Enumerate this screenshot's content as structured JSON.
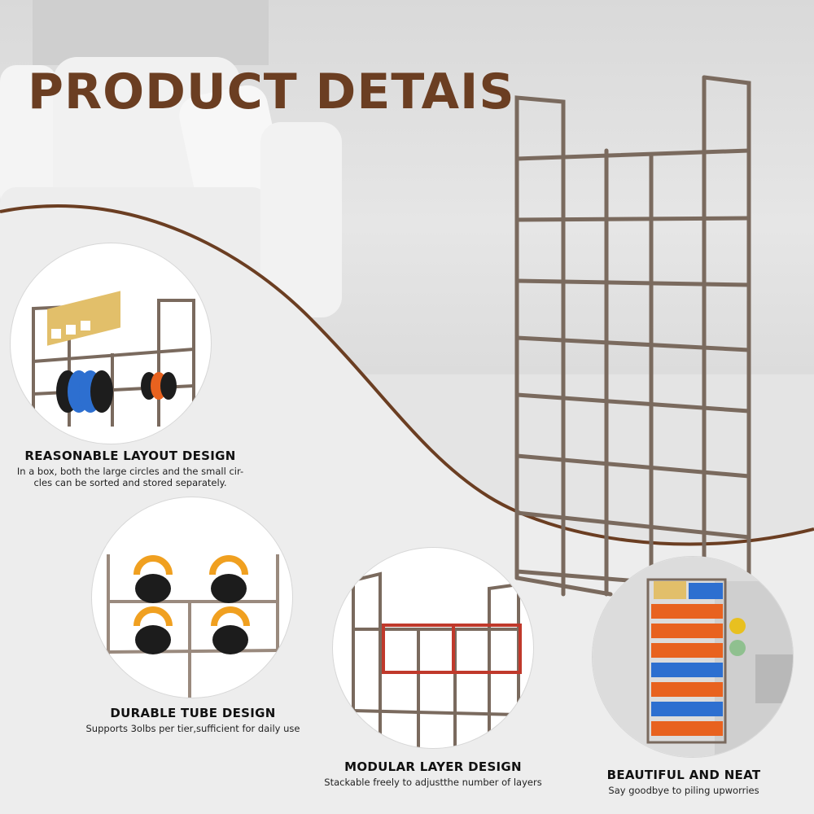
{
  "title": "PRODUCT DETAIS",
  "colors": {
    "accent": "#6b3e22",
    "rack": "#7a6a5e",
    "spool_blue": "#2d6fd0",
    "spool_orange": "#e8621f",
    "kettlebell_handle": "#f0a020"
  },
  "features": [
    {
      "heading": "REASONABLE LAYOUT DESIGN",
      "description": "In a box, both the large circles and the small cir-\ncles can be sorted and stored separately."
    },
    {
      "heading": "DURABLE TUBE DESIGN",
      "description": "Supports 3olbs per tier,sufficient for daily use"
    },
    {
      "heading": "MODULAR LAYER DESIGN",
      "description": "Stackable freely to adjustthe number of layers"
    },
    {
      "heading": "BEAUTIFUL AND NEAT",
      "description": "Say goodbye to piling upworries"
    }
  ],
  "icons": [
    "storage-rack-illustration",
    "spool-icon",
    "kettlebell-icon",
    "filament-box-icon"
  ]
}
